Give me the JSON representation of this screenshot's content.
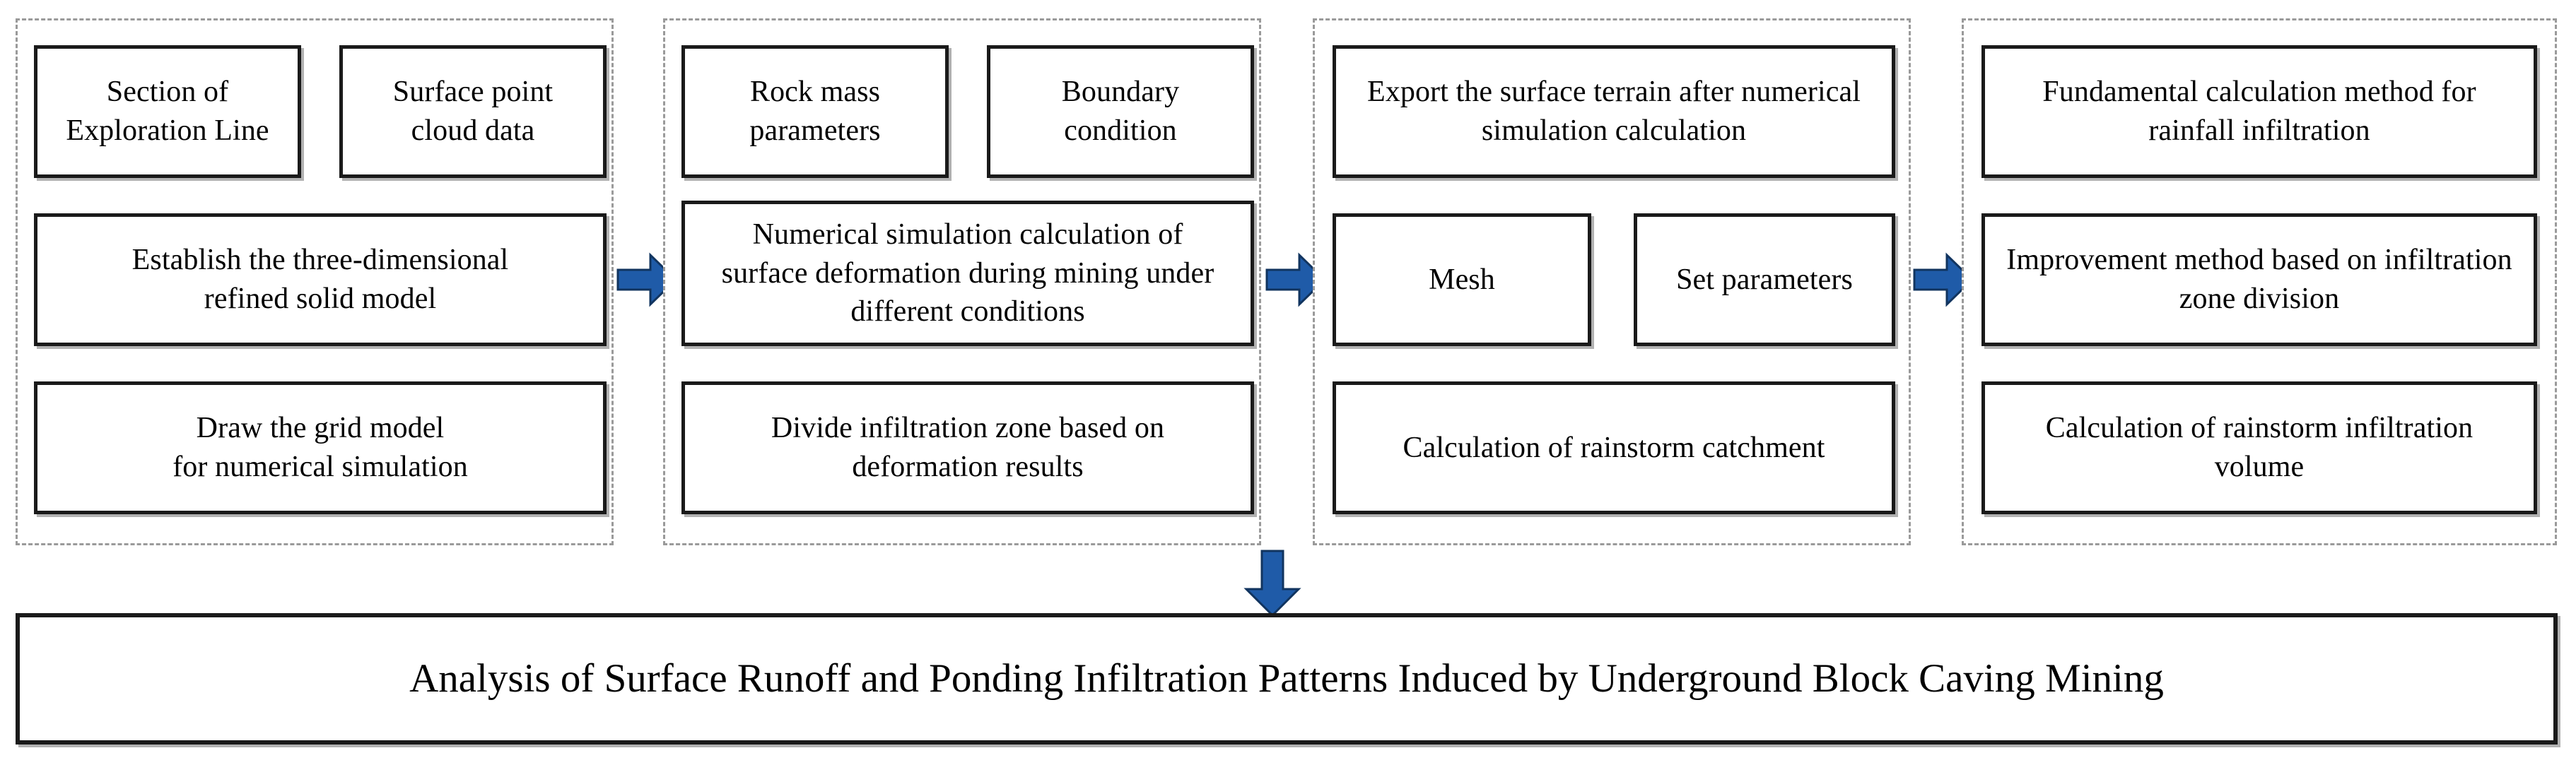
{
  "diagram": {
    "title_banner": {
      "text": "Analysis of Surface Runoff and Ponding Infiltration Patterns Induced by Underground Block Caving Mining"
    },
    "accent_color": "#1f5ba8",
    "arrow_outline_color": "#11345f",
    "box_border_color": "#1a1a1a",
    "stage_border_color": "#9a9a9a",
    "stages": [
      {
        "name": "stage-1-model-building",
        "nodes": [
          {
            "label": "Section of\nExploration Line"
          },
          {
            "label": "Surface point\ncloud data"
          },
          {
            "label": "Establish the three-dimensional\nrefined solid model"
          },
          {
            "label": "Draw the grid model\nfor numerical simulation"
          }
        ]
      },
      {
        "name": "stage-2-numerical-simulation",
        "nodes": [
          {
            "label": "Rock mass\nparameters"
          },
          {
            "label": "Boundary\ncondition"
          },
          {
            "label": "Numerical simulation calculation of\nsurface deformation during mining under\ndifferent  conditions"
          },
          {
            "label": "Divide infiltration zone based on\ndeformation results"
          }
        ]
      },
      {
        "name": "stage-3-rainstorm-catchment",
        "nodes": [
          {
            "label": "Export the surface terrain after numerical\nsimulation calculation"
          },
          {
            "label": "Mesh"
          },
          {
            "label": "Set parameters"
          },
          {
            "label": "Calculation of rainstorm catchment"
          }
        ]
      },
      {
        "name": "stage-4-rainfall-infiltration",
        "nodes": [
          {
            "label": "Fundamental calculation method for\nrainfall infiltration"
          },
          {
            "label": "Improvement method based on infiltration\nzone division"
          },
          {
            "label": "Calculation of rainstorm infiltration\nvolume"
          }
        ]
      }
    ],
    "connectors": [
      {
        "name": "arrow-stage1-to-stage2",
        "direction": "right"
      },
      {
        "name": "arrow-stage2-to-stage3",
        "direction": "right"
      },
      {
        "name": "arrow-stage3-to-stage4",
        "direction": "right"
      },
      {
        "name": "arrow-stages-to-conclusion",
        "direction": "down"
      }
    ]
  }
}
